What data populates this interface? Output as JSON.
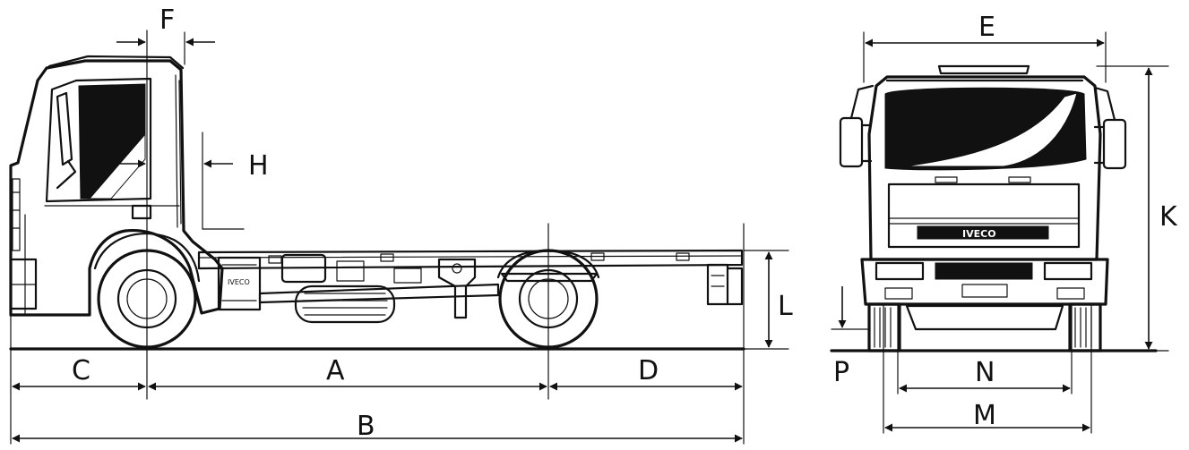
{
  "brand": {
    "side_badge": "IVECO",
    "front_badge": "IVECO"
  },
  "side_view": {
    "labels": {
      "A": "A",
      "B": "B",
      "C": "C",
      "D": "D",
      "F": "F",
      "H": "H",
      "L": "L"
    }
  },
  "front_view": {
    "labels": {
      "E": "E",
      "K": "K",
      "M": "M",
      "N": "N",
      "P": "P"
    }
  },
  "colors": {
    "ink": "#111111",
    "background": "#ffffff"
  }
}
